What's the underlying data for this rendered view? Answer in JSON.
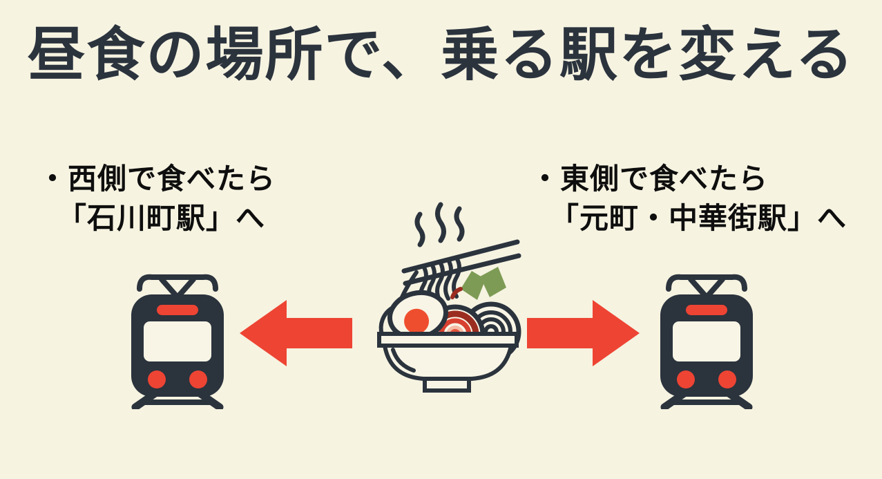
{
  "title": "昼食の場所で、乗る駅を変える",
  "bullets": {
    "west": {
      "line1": "・西側で食べたら",
      "line2": "「石川町駅」へ"
    },
    "east": {
      "line1": "・東側で食べたら",
      "line2": "「元町・中華街駅」へ"
    }
  },
  "icons": {
    "left_train": "train-icon",
    "right_train": "train-icon",
    "left_arrow": "arrow-left-icon",
    "right_arrow": "arrow-right-icon",
    "center": "ramen-bowl-icon"
  },
  "colors": {
    "background": "#f6f3e1",
    "title_text": "#2b333d",
    "bullet_text": "#0e0e0e",
    "train_body": "#2b333d",
    "accent_red": "#ee4433",
    "nori_green": "#7d9b54",
    "egg_yolk": "#ef4e2e",
    "naruto_dark_red": "#9b2d20",
    "naruto_red": "#d8402f",
    "naruto_pink": "#f5bca6",
    "bowl_cream": "#f8f5e6"
  }
}
